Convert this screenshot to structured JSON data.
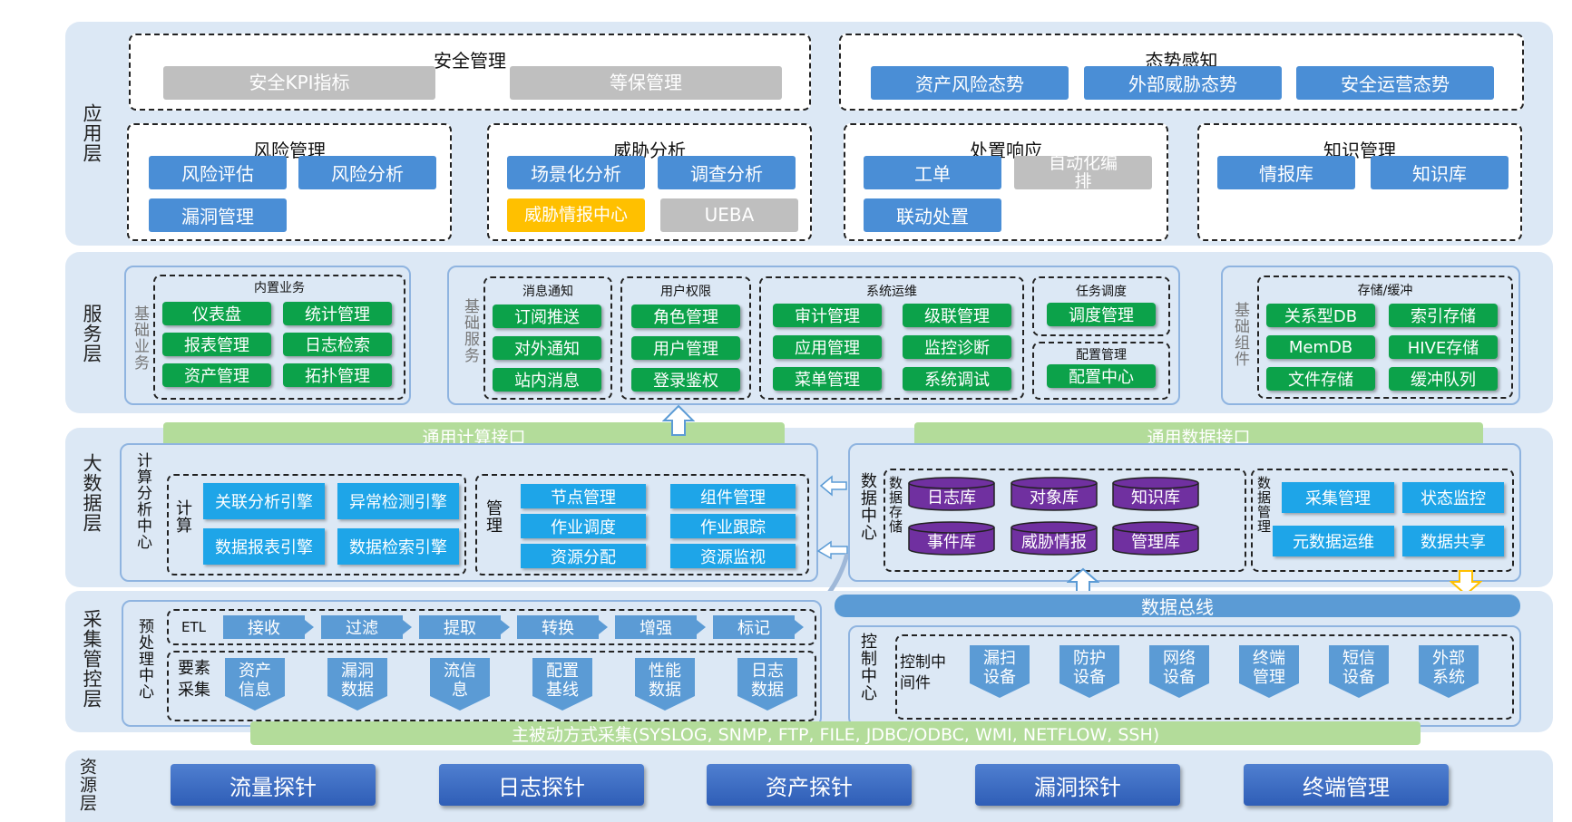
{
  "layers": {
    "application": "应用层",
    "service": "服务层",
    "bigdata": "大数据层",
    "collection": "采集管控层",
    "resource": "资源层"
  },
  "app": {
    "security_mgmt": {
      "title": "安全管理",
      "items": [
        "安全KPI指标",
        "等保管理"
      ]
    },
    "situation": {
      "title": "态势感知",
      "items": [
        "资产风险态势",
        "外部威胁态势",
        "安全运营态势"
      ]
    },
    "risk": {
      "title": "风险管理",
      "items": [
        "风险评估",
        "风险分析",
        "漏洞管理"
      ]
    },
    "threat": {
      "title": "威胁分析",
      "items": [
        "场景化分析",
        "调查分析",
        "威胁情报中心",
        "UEBA"
      ]
    },
    "response": {
      "title": "处置响应",
      "items": [
        "工单",
        "自动化编排",
        "联动处置"
      ]
    },
    "knowledge": {
      "title": "知识管理",
      "items": [
        "情报库",
        "知识库"
      ]
    }
  },
  "service": {
    "basic_business": {
      "side_label": "基础业务",
      "title": "内置业务",
      "items": [
        "仪表盘",
        "统计管理",
        "报表管理",
        "日志检索",
        "资产管理",
        "拓扑管理"
      ]
    },
    "basic_service": {
      "side_label": "基础服务",
      "msg": {
        "title": "消息通知",
        "items": [
          "订阅推送",
          "对外通知",
          "站内消息"
        ]
      },
      "perm": {
        "title": "用户权限",
        "items": [
          "角色管理",
          "用户管理",
          "登录鉴权"
        ]
      },
      "ops": {
        "title": "系统运维",
        "items": [
          "审计管理",
          "级联管理",
          "应用管理",
          "监控诊断",
          "菜单管理",
          "系统调试"
        ]
      },
      "sched": {
        "title": "任务调度",
        "items": [
          "调度管理"
        ]
      },
      "config": {
        "title": "配置管理",
        "items": [
          "配置中心"
        ]
      }
    },
    "basic_component": {
      "side_label": "基础组件",
      "title": "存储/缓冲",
      "items": [
        "关系型DB",
        "索引存储",
        "MemDB",
        "HIVE存储",
        "文件存储",
        "缓冲队列"
      ]
    }
  },
  "bigdata": {
    "compute_api": "通用计算接口",
    "data_api": "通用数据接口",
    "compute_center": {
      "side_label": "计算分析中心",
      "compute_label": "计算",
      "engines": [
        "关联分析引擎",
        "异常检测引擎",
        "数据报表引擎",
        "数据检索引擎"
      ],
      "mgmt_label": "管理",
      "mgmt_items": [
        "节点管理",
        "组件管理",
        "作业调度",
        "作业跟踪",
        "资源分配",
        "资源监视"
      ]
    },
    "data_center": {
      "side_label": "数据中心",
      "storage_label": "数据存储",
      "stores": [
        "日志库",
        "对象库",
        "知识库",
        "事件库",
        "威胁情报",
        "管理库"
      ],
      "mgmt_label": "数据管理",
      "mgmt_items": [
        "采集管理",
        "状态监控",
        "元数据运维",
        "数据共享"
      ]
    }
  },
  "collection": {
    "data_bus": "数据总线",
    "preprocess": {
      "side_label": "预处理中心",
      "etl_label": "ETL",
      "steps": [
        "接收",
        "过滤",
        "提取",
        "转换",
        "增强",
        "标记"
      ],
      "element_label": "要素采集",
      "elements": [
        "资产信息",
        "漏洞数据",
        "流信息",
        "配置基线",
        "性能数据",
        "日志数据"
      ]
    },
    "control": {
      "side_label": "控制中心",
      "middleware_label": "控制中间件",
      "devices": [
        "漏扫设备",
        "防护设备",
        "网络设备",
        "终端管理",
        "短信设备",
        "外部系统"
      ]
    },
    "collect_bar": "主被动方式采集(SYSLOG, SNMP, FTP, FILE, JDBC/ODBC, WMI, NETFLOW, SSH)"
  },
  "resource": {
    "probes": [
      "流量探针",
      "日志探针",
      "资产探针",
      "漏洞探针",
      "终端管理"
    ]
  },
  "colors": {
    "layer_bg": "#dce8f5",
    "blue_button": "#4a8ed6",
    "green_button": "#0ca24a",
    "cyan_button": "#1ea5e8",
    "purple_db": "#7030a0",
    "yellow_highlight": "#ffc000",
    "gray_disabled": "#bfbfbf"
  }
}
